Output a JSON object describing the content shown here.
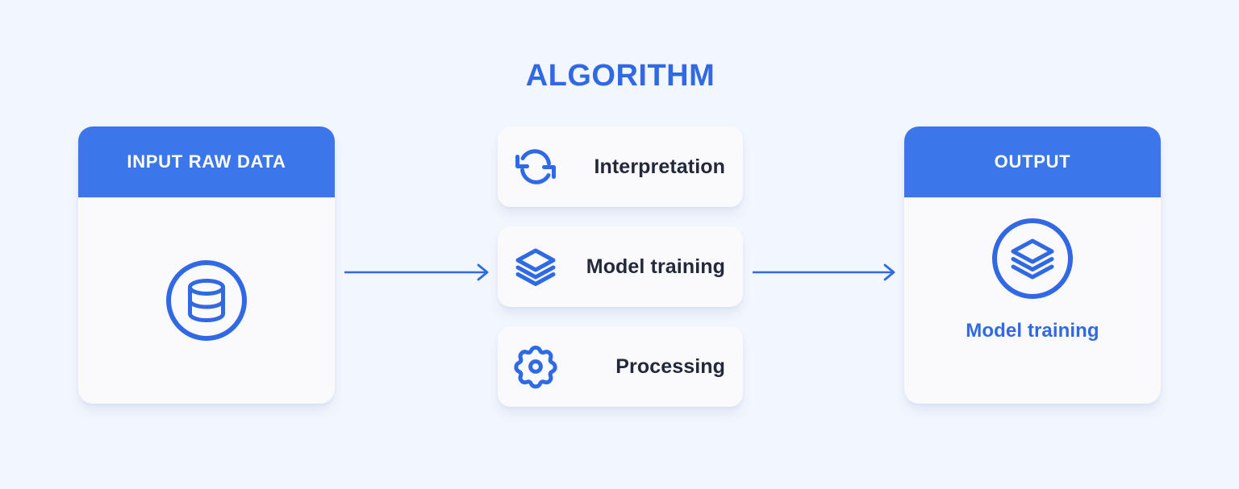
{
  "title": "ALGORITHM",
  "colors": {
    "background": "#f2f6fd",
    "card_surface": "#fafafc",
    "header_blue": "#3b76ea",
    "accent_blue": "#3069e3",
    "text_dark": "#23293a",
    "header_text": "#ffffff"
  },
  "input_card": {
    "header": "INPUT RAW DATA",
    "icon": "database-circle-icon"
  },
  "algorithm_steps": [
    {
      "label": "Interpretation",
      "icon": "sync-arrows-icon"
    },
    {
      "label": "Model training",
      "icon": "layers-icon"
    },
    {
      "label": "Processing",
      "icon": "gear-icon"
    }
  ],
  "output_card": {
    "header": "OUTPUT",
    "icon": "layers-circle-icon",
    "label": "Model training"
  },
  "arrows": [
    {
      "name": "input-to-algorithm",
      "direction": "right"
    },
    {
      "name": "algorithm-to-output",
      "direction": "right"
    }
  ]
}
